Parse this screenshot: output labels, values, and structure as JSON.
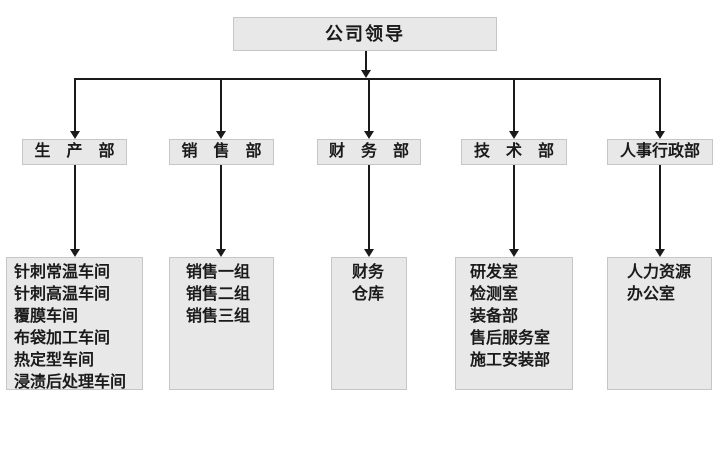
{
  "org_chart": {
    "type": "organization-tree",
    "root": {
      "label": "公司领导"
    },
    "departments": [
      {
        "label": "生　产　部",
        "units": [
          "针刺常温车间",
          "针刺高温车间",
          "覆膜车间",
          "布袋加工车间",
          "热定型车间",
          "浸渍后处理车间"
        ]
      },
      {
        "label": "销　售　部",
        "units": [
          "销售一组",
          "销售二组",
          "销售三组"
        ]
      },
      {
        "label": "财　务　部",
        "units": [
          "财务",
          "仓库"
        ]
      },
      {
        "label": "技　术　部",
        "units": [
          "研发室",
          "检测室",
          "装备部",
          "售后服务室",
          "施工安装部"
        ]
      },
      {
        "label": "人事行政部",
        "units": [
          "人力资源",
          "办公室"
        ]
      }
    ],
    "colors": {
      "box_fill": "#e8e8e8",
      "box_border": "#c6c6c6",
      "connector": "#1a1a1a",
      "text": "#1a1a1a",
      "background": "#ffffff"
    }
  }
}
